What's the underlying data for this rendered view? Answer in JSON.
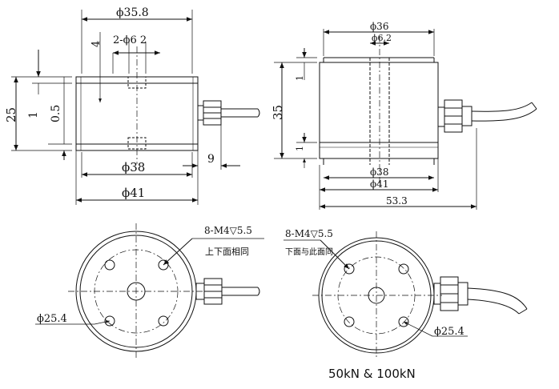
{
  "view_front_left": {
    "dia_top": "ϕ35.8",
    "holes_top": "2-ϕ6 2",
    "dim_4": "4",
    "dim_25": "25",
    "dim_1": "1",
    "dim_05": "0.5",
    "dia_38": "ϕ38",
    "dia_41": "ϕ41",
    "dim_9": "9"
  },
  "view_front_right": {
    "dia_36": "ϕ36",
    "dia_62": "ϕ6.2",
    "dim_35": "35",
    "dim_1a": "1",
    "dim_1b": "1",
    "dia_38": "ϕ38",
    "dia_41": "ϕ41",
    "dim_533": "53.3"
  },
  "view_top_left": {
    "thread_note": "8-M4▽5.5",
    "note_cn": "上下面相同",
    "pcd": "ϕ25.4"
  },
  "view_top_right": {
    "thread_note": "8-M4▽5.5",
    "note_cn": "下面与此面同",
    "pcd": "ϕ25.4"
  },
  "caption": "50kN & 100kN"
}
